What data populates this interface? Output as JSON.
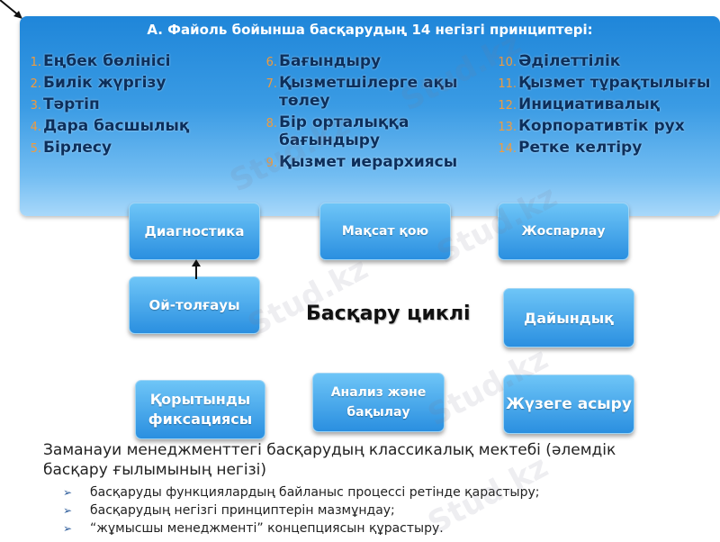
{
  "header": {
    "title": "A. Файоль бойынша басқарудың 14 негізгі принциптері:"
  },
  "principles": {
    "col1": [
      {
        "num": "1.",
        "text": "Еңбек бөлінісі"
      },
      {
        "num": "2.",
        "text": "Билік жүргізу"
      },
      {
        "num": "3.",
        "text": "Тәртіп"
      },
      {
        "num": "4.",
        "text": "Дара басшылық"
      },
      {
        "num": "5.",
        "text": "Бірлесу"
      }
    ],
    "col2": [
      {
        "num": "6.",
        "text": "Бағындыру"
      },
      {
        "num": "7.",
        "text": "Қызметшілерге ақы төлеу"
      },
      {
        "num": "8.",
        "text": "Бір орталыққа бағындыру"
      },
      {
        "num": "9.",
        "text": "Қызмет иерархиясы"
      }
    ],
    "col3": [
      {
        "num": "10.",
        "text": "Әділеттілік"
      },
      {
        "num": "11.",
        "text": "Қызмет тұрақтылығы"
      },
      {
        "num": "12.",
        "text": "Инициативалық"
      },
      {
        "num": "13.",
        "text": "Корпоративтік рух"
      },
      {
        "num": "14.",
        "text": "Ретке келтіру"
      }
    ]
  },
  "cycle": {
    "label": "Басқару циклі",
    "steps": {
      "diagnostics": "Диагностика",
      "goal": "Мақсат қою",
      "planning": "Жоспарлау",
      "reflection": "Ой-толғауы",
      "preparation": "Дайындық",
      "fixation": "Қорытынды фиксациясы",
      "analysis": "Анализ және бақылау",
      "implementation": "Жүзеге асыру"
    }
  },
  "bottom": {
    "heading": "Заманауи менеджменттегі басқарудың классикалық мектебі (әлемдік басқару ғылымының негізі)",
    "bullets": [
      "басқаруды функциялардың байланыс процессі ретінде қарастыру;",
      "басқарудың негізгі принциптерін мазмұндау;",
      "“жұмысшы менеджменті” концепциясын құрастыру."
    ]
  },
  "watermark": "Stud.kz",
  "colors": {
    "panel_top": "#1f86d9",
    "panel_bottom": "#a8d8fa",
    "principle_text": "#0c2f5c",
    "number": "#f29b3c",
    "box_top": "#6ec5f7",
    "box_bottom": "#2a8fe0"
  }
}
